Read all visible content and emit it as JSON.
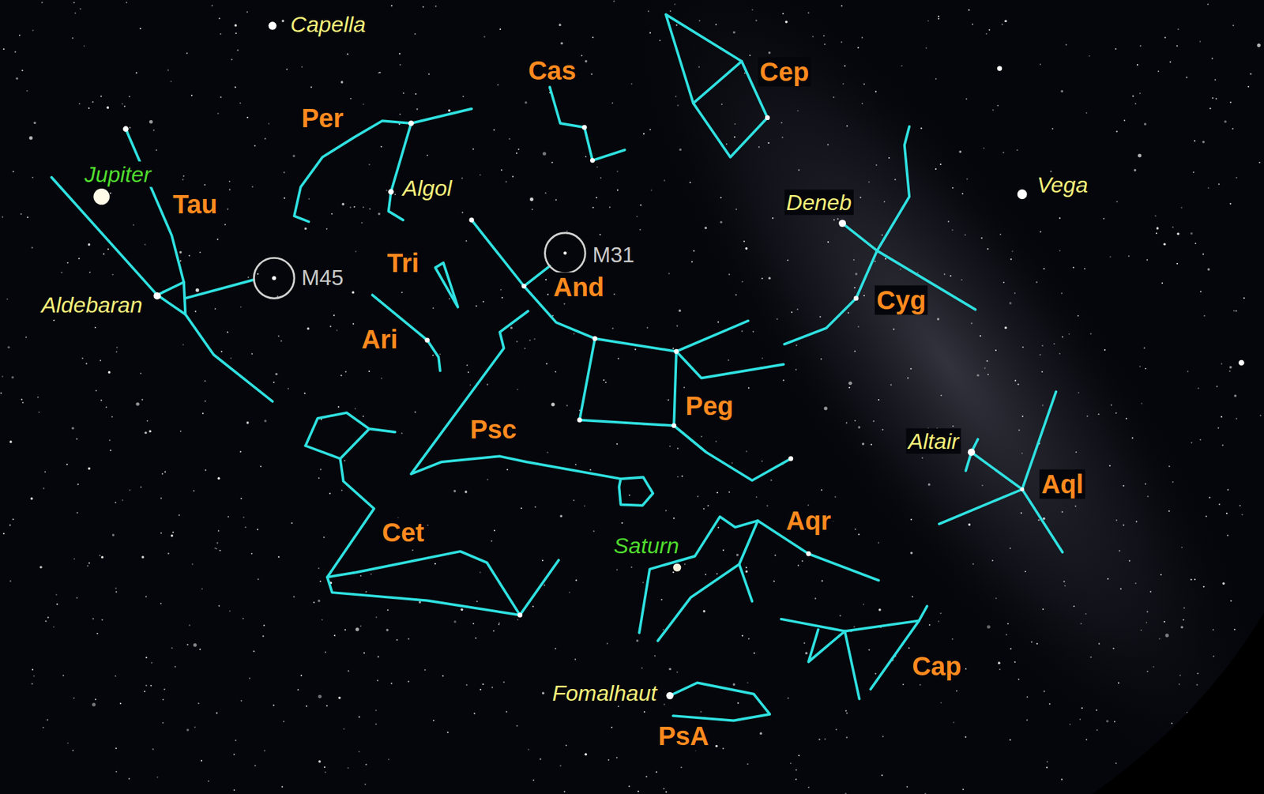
{
  "diagram": {
    "labels": [
      "Capella",
      "Cas",
      "Cep",
      "Per",
      "Jupiter",
      "Tau",
      "Algol",
      "Vega",
      "Deneb",
      "M31",
      "M45",
      "Tri",
      "And",
      "Aldebaran",
      "Cyg",
      "Ari",
      "Peg",
      "Psc",
      "Altair",
      "Aql",
      "Cet",
      "Aqr",
      "Saturn",
      "Cap",
      "Fomalhaut",
      "PsA"
    ]
  }
}
